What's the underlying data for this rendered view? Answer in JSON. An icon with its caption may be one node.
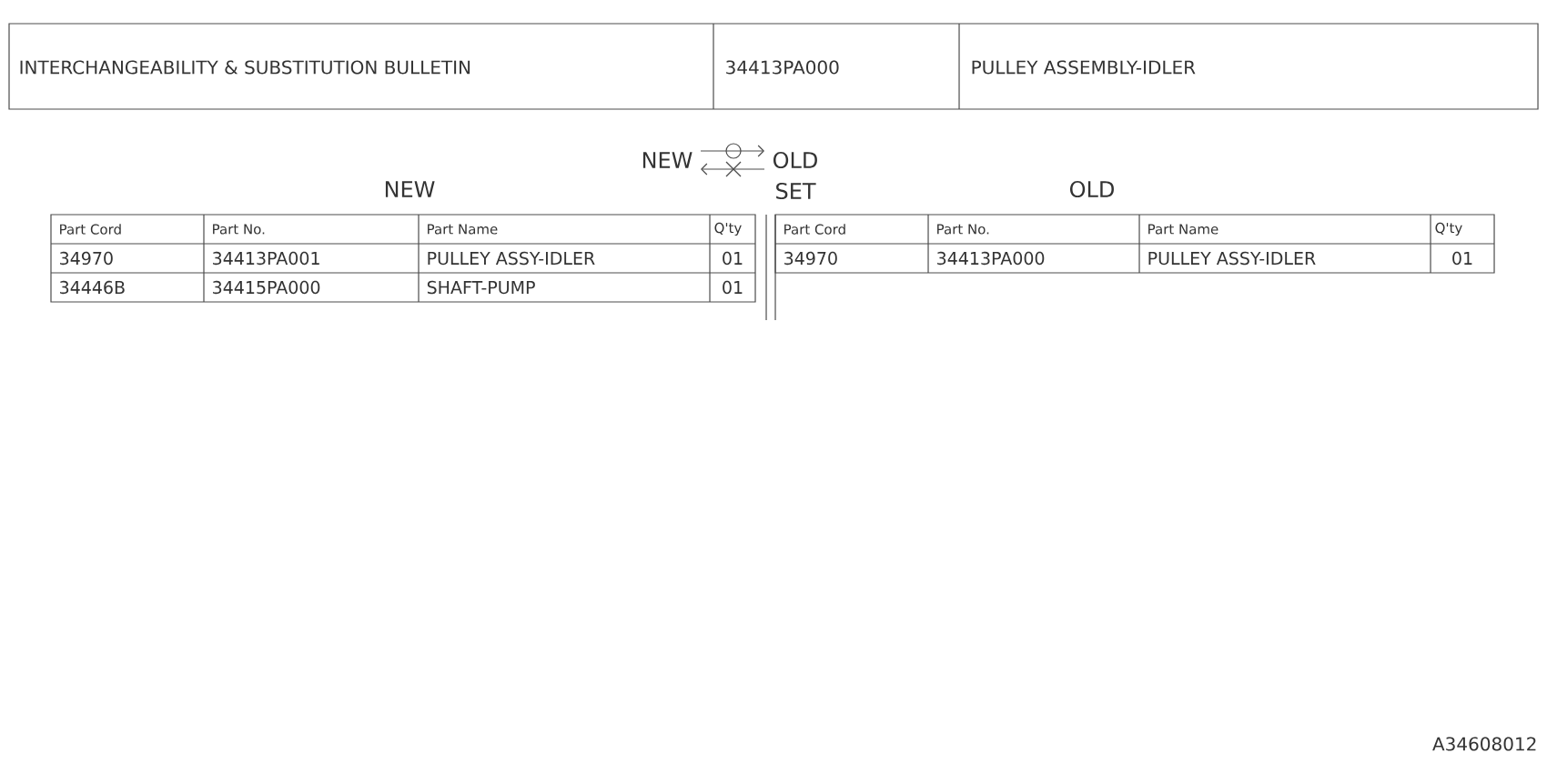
{
  "diagram": {
    "labels": [
      "INTERCHANGEABILITY & SUBSTITUTION BULLETIN",
      "34413PA000",
      "PULLEY ASSEMBLY-IDLER",
      "NEW",
      "OLD",
      "NEW",
      "SET",
      "OLD",
      "Part Cord",
      "Part No.",
      "Part Name",
      "Q'ty",
      "34970",
      "34413PA001",
      "PULLEY ASSY-IDLER",
      "01",
      "34446B",
      "34415PA000",
      "SHAFT-PUMP",
      "01",
      "Part Cord",
      "Part No.",
      "Part Name",
      "Q'ty",
      "34970",
      "34413PA000",
      "PULLEY ASSY-IDLER",
      "01",
      "A34608012"
    ]
  }
}
